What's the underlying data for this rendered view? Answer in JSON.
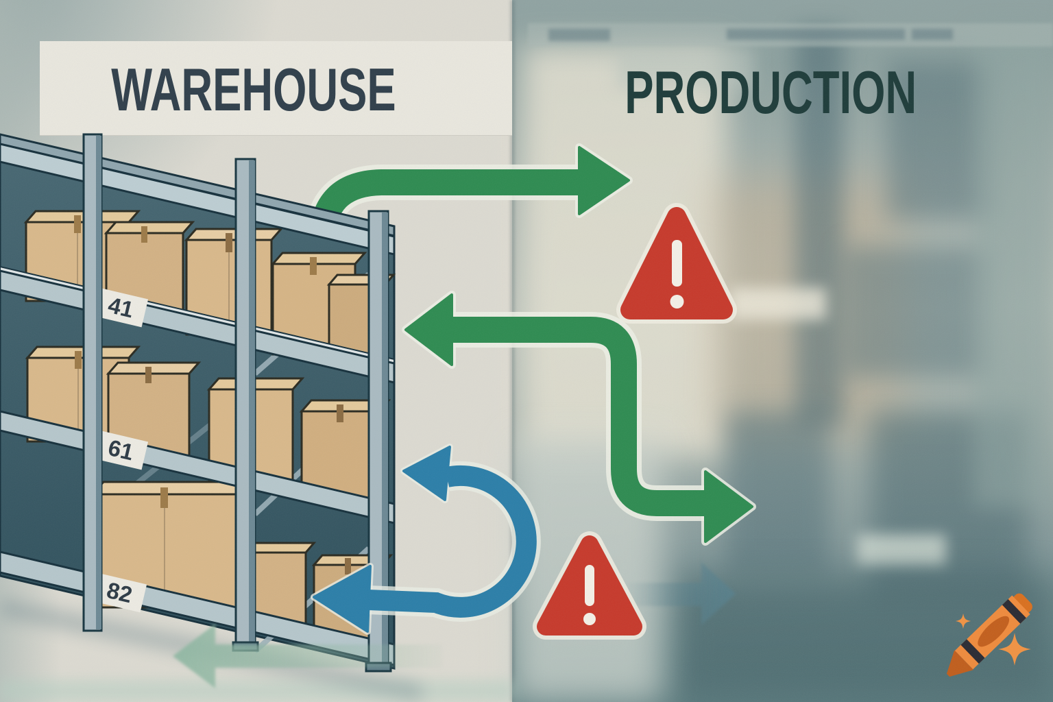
{
  "scene": {
    "warehouse": {
      "title": "WAREHOUSE",
      "shelf_labels": [
        "41",
        "61",
        "82"
      ],
      "shelf_contents": "cardboard-boxes-on-three-level-steel-rack"
    },
    "production": {
      "title": "PRODUCTION",
      "background": "blurred-factory-interior"
    },
    "arrows": {
      "top_green": "warehouse-to-production",
      "middle_green_s": "production-back-to-warehouse-then-rerouted-to-production",
      "blue_loop": "return-loop-to-warehouse",
      "faded_green_left": "faded-outbound-left",
      "faded_teal_right": "faded-inbound-right"
    },
    "icons": {
      "warning_top": "warning-triangle-exclamation",
      "warning_bottom": "warning-triangle-exclamation",
      "watermark": "orange-crayon-with-sparkles"
    },
    "colors": {
      "arrow_green": "#2e8b51",
      "arrow_blue": "#2b7ea8",
      "warning_red": "#c6392b",
      "crayon_orange": "#ef8b3d",
      "shelf_steel": "#b5c6cb",
      "box_cardboard": "#d8b88a",
      "left_background": "#dcdad1",
      "right_background": "#7e989b",
      "warehouse_title_color": "#303f4b",
      "production_title_color": "#1e3c3a"
    }
  }
}
